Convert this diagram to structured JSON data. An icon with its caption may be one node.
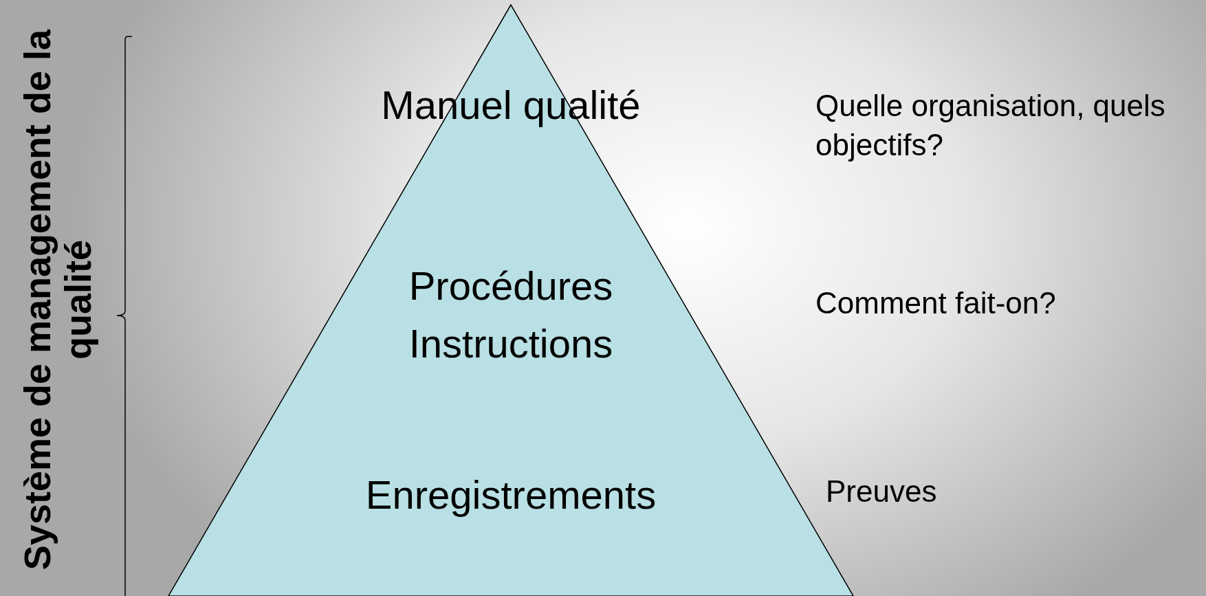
{
  "diagram": {
    "nodes": [
      {
        "text": [
          "Manuel qualité",
          "Procédures Instructions",
          "Enregistrements"
        ]
      }
    ],
    "labels": [
      "Système de management de la qualité",
      "Quelle organisation, quels objectifs?",
      "Comment fait-on?",
      "Preuves"
    ]
  }
}
